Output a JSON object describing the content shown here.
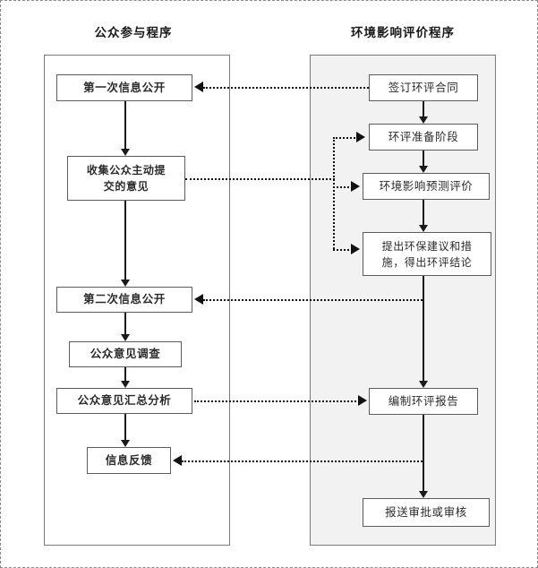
{
  "diagram": {
    "title_left": "公众参与程序",
    "title_right": "环境影响评价程序",
    "lanes": [
      {
        "id": "public-participation",
        "label": "公众参与程序",
        "fill": "#ffffff"
      },
      {
        "id": "eia-procedure",
        "label": "环境影响评价程序",
        "fill": "#f2f2f2"
      }
    ],
    "left_nodes": [
      {
        "id": "first-disclosure",
        "label": "第一次信息公开"
      },
      {
        "id": "collect-opinions",
        "label": "收集公众主动提\n交的意见",
        "line1": "收集公众主动提",
        "line2": "交的意见"
      },
      {
        "id": "second-disclosure",
        "label": "第二次信息公开"
      },
      {
        "id": "opinion-survey",
        "label": "公众意见调查"
      },
      {
        "id": "opinion-analysis",
        "label": "公众意见汇总分析"
      },
      {
        "id": "feedback",
        "label": "信息反馈"
      }
    ],
    "right_nodes": [
      {
        "id": "sign-contract",
        "label": "签订环评合同"
      },
      {
        "id": "preparation-stage",
        "label": "环评准备阶段"
      },
      {
        "id": "impact-prediction",
        "label": "环境影响预测评价"
      },
      {
        "id": "recommendations",
        "label": "提出环保建议和措\n施，得出环评结论",
        "line1": "提出环保建议和措",
        "line2": "施，得出环评结论"
      },
      {
        "id": "compile-report",
        "label": "编制环评报告"
      },
      {
        "id": "submit-approval",
        "label": "报送审批或审核"
      }
    ],
    "cross_links": [
      {
        "id": "link-contract-to-first-disclosure",
        "from": "sign-contract",
        "to": "first-disclosure",
        "direction": "left"
      },
      {
        "id": "link-collect-to-preparation",
        "from": "collect-opinions",
        "to": "preparation-stage",
        "direction": "right"
      },
      {
        "id": "link-collect-to-prediction",
        "from": "collect-opinions",
        "to": "impact-prediction",
        "direction": "right"
      },
      {
        "id": "link-collect-to-recommendations",
        "from": "collect-opinions",
        "to": "recommendations",
        "direction": "right"
      },
      {
        "id": "link-eia-to-second-disclosure",
        "from": "recommendations",
        "to": "second-disclosure",
        "direction": "left"
      },
      {
        "id": "link-analysis-to-report",
        "from": "opinion-analysis",
        "to": "compile-report",
        "direction": "right"
      },
      {
        "id": "link-report-to-feedback",
        "from": "compile-report",
        "to": "feedback",
        "direction": "left"
      }
    ],
    "colors": {
      "panel_border": "#7a7a7a",
      "node_border": "#5c5c5c",
      "lane_fill_right": "#f2f2f2",
      "connector": "#111111",
      "text": "#2b2b2b"
    }
  }
}
